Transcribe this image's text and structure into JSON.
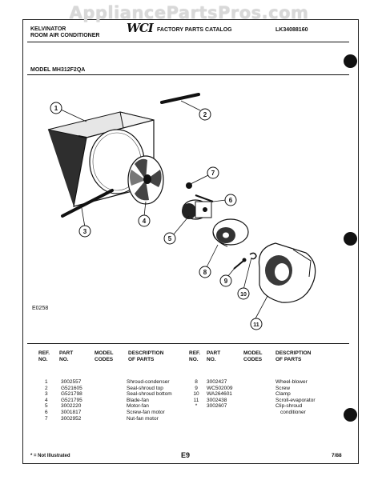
{
  "watermark": "AppliancePartsPros.com",
  "header": {
    "brand_line1": "KELVINATOR",
    "brand_line2": "ROOM AIR CONDITIONER",
    "logo_text": "WCI",
    "catalog_title": "FACTORY PARTS CATALOG",
    "catalog_number": "LK34088160",
    "model": "MODEL MH312F2QA"
  },
  "diagram": {
    "code": "E0258",
    "callouts": [
      "1",
      "2",
      "3",
      "4",
      "5",
      "6",
      "7",
      "8",
      "9",
      "10",
      "11"
    ]
  },
  "table": {
    "headers": {
      "ref_no": [
        "REF.",
        "NO."
      ],
      "part_no": [
        "PART",
        "NO."
      ],
      "model_codes": [
        "MODEL",
        "CODES"
      ],
      "description": [
        "DESCRIPTION",
        "OF PARTS"
      ]
    },
    "left_rows": [
      {
        "ref": "1",
        "part": "3002557",
        "desc": "Shroud-condenser"
      },
      {
        "ref": "2",
        "part": "G521605",
        "desc": "Seal-shroud top"
      },
      {
        "ref": "3",
        "part": "G521798",
        "desc": "Seal-shroud bottom"
      },
      {
        "ref": "4",
        "part": "G521795",
        "desc": "Blade-fan"
      },
      {
        "ref": "5",
        "part": "3002220",
        "desc": "Motor-fan"
      },
      {
        "ref": "6",
        "part": "3001817",
        "desc": "Screw-fan motor"
      },
      {
        "ref": "7",
        "part": "3002952",
        "desc": "Nut-fan motor"
      }
    ],
    "right_rows": [
      {
        "ref": "8",
        "part": "3002427",
        "desc": "Wheel-blower"
      },
      {
        "ref": "9",
        "part": "WC502009",
        "desc": "Screw"
      },
      {
        "ref": "10",
        "part": "WA264601",
        "desc": "Clamp"
      },
      {
        "ref": "11",
        "part": "3002438",
        "desc": "Scroll-evaporator"
      },
      {
        "ref": "*",
        "part": "3002607",
        "desc": "Clip-shroud"
      },
      {
        "ref": "",
        "part": "",
        "desc": "conditioner"
      }
    ]
  },
  "footer": {
    "note": "* = Not Illustrated",
    "page": "E9",
    "date": "7/88"
  }
}
